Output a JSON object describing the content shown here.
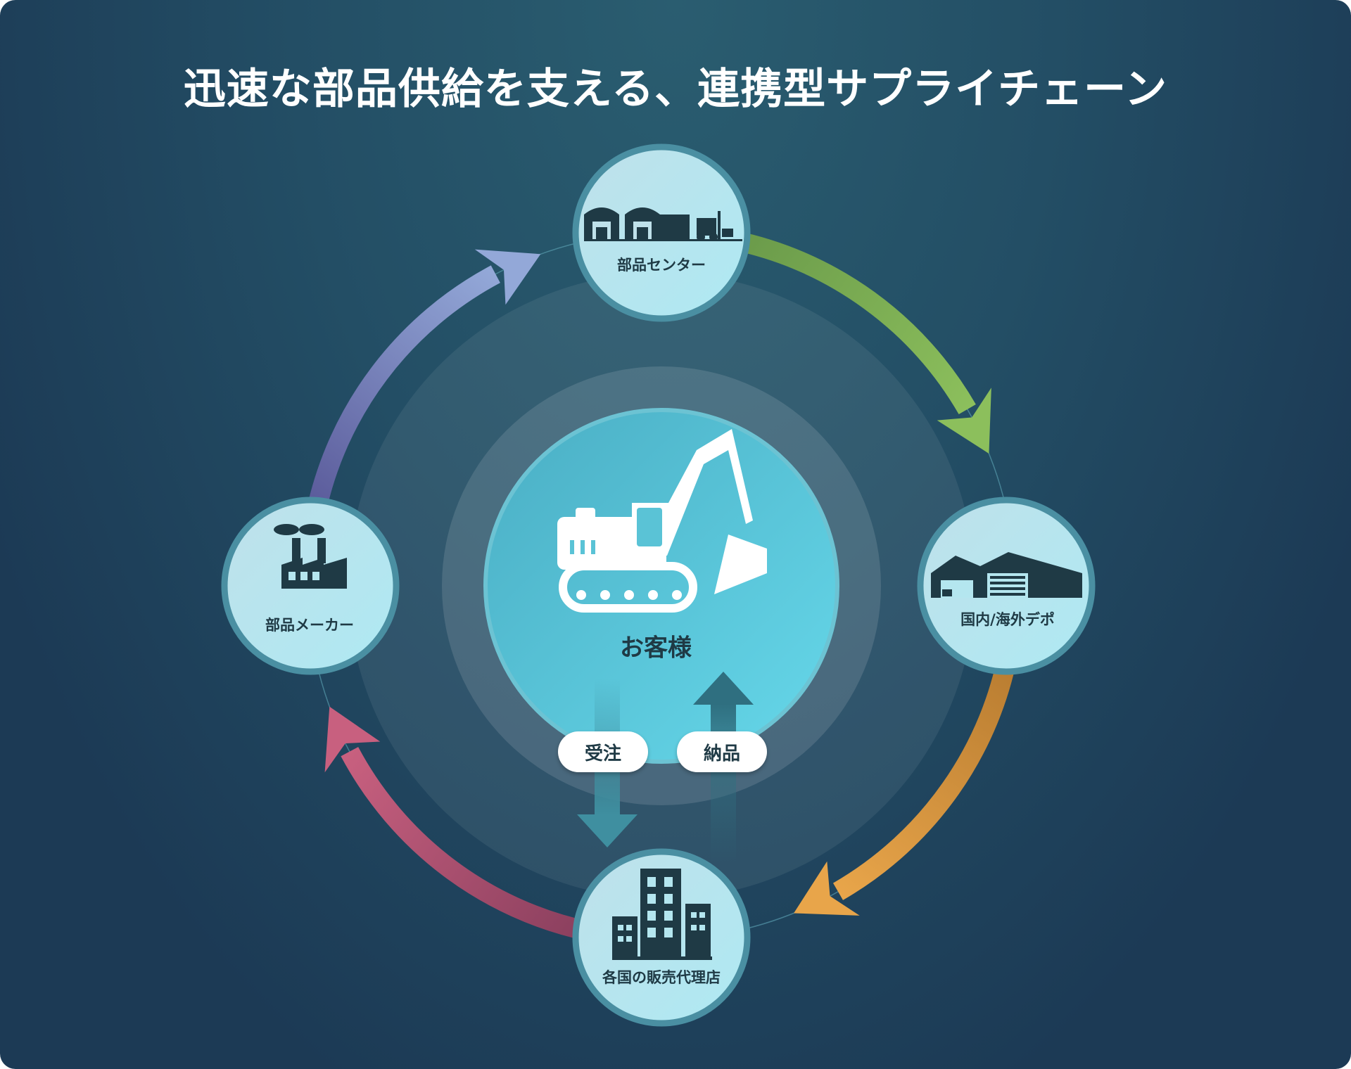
{
  "title": "迅速な部品供給を支える、連携型サプライチェーン",
  "center": {
    "label": "お客様",
    "icon": "excavator-icon"
  },
  "nodes": [
    {
      "label": "部品センター",
      "icon": "warehouse-forklift-icon"
    },
    {
      "label": "国内/海外デポ",
      "icon": "depot-icon"
    },
    {
      "label": "各国の販売代理店",
      "icon": "office-building-icon"
    },
    {
      "label": "部品メーカー",
      "icon": "factory-icon"
    }
  ],
  "flows": {
    "order": "受注",
    "delivery": "納品"
  },
  "colors": {
    "green": "#8cbf5c",
    "orange": "#e8a54a",
    "pink": "#c8607f",
    "purple": "#93a8d8",
    "node": "#b4e6ef",
    "ink": "#1f3a45"
  }
}
